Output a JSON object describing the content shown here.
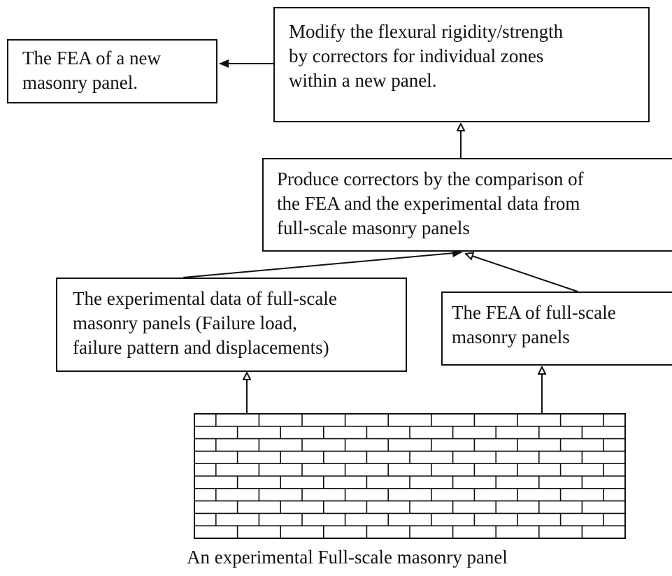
{
  "boxes": {
    "new_fea": {
      "lines": [
        "The FEA of a new",
        "masonry panel."
      ]
    },
    "modify": {
      "lines": [
        "Modify the flexural rigidity/strength",
        "by correctors for individual zones",
        "within a new panel."
      ]
    },
    "produce": {
      "lines": [
        "Produce correctors by the comparison of",
        "the FEA and the experimental data from",
        "full-scale masonry panels"
      ]
    },
    "experimental": {
      "lines": [
        "The experimental data of full-scale",
        "masonry panels (Failure load,",
        "failure pattern and displacements)"
      ]
    },
    "fea_full": {
      "lines": [
        "The FEA of full-scale",
        "masonry panels"
      ]
    }
  },
  "caption": "An experimental Full-scale masonry panel",
  "wall": {
    "courses": 10,
    "bricks_per_course": 10
  }
}
